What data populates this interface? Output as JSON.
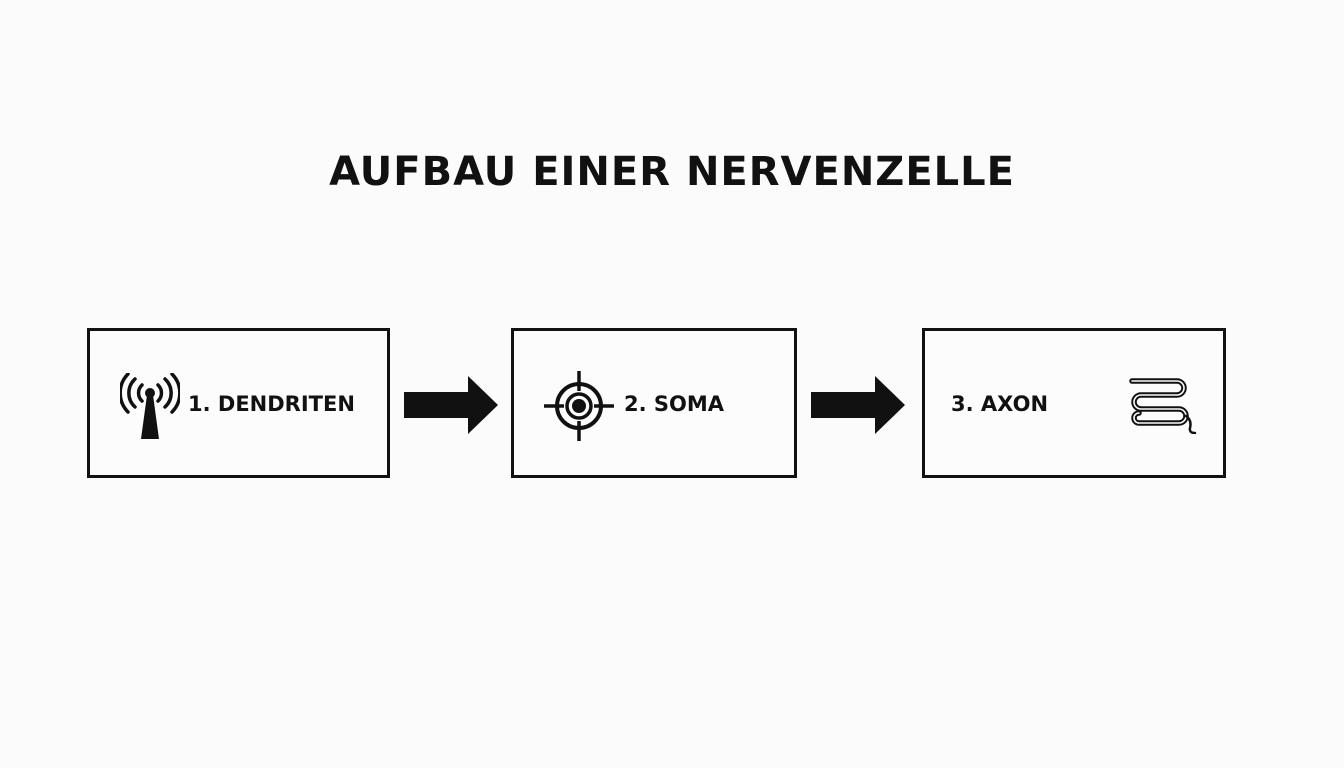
{
  "diagram": {
    "title": "AUFBAU EINER NERVENZELLE",
    "steps": [
      {
        "label": "1. DENDRITEN",
        "icon": "antenna-icon"
      },
      {
        "label": "2. SOMA",
        "icon": "crosshair-target-icon"
      },
      {
        "label": "3. AXON",
        "icon": "winding-path-icon"
      }
    ],
    "connectors": [
      "arrow-right-icon",
      "arrow-right-icon"
    ],
    "colors": {
      "ink": "#111111",
      "background": "#fbfbfb"
    }
  }
}
